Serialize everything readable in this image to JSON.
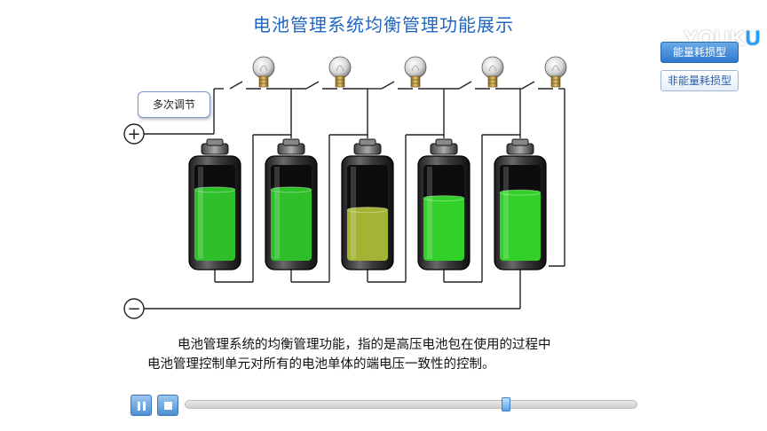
{
  "title": "电池管理系统均衡管理功能展示",
  "watermark": {
    "text_main": "YOUK",
    "text_end": "U"
  },
  "side_menu": {
    "energy_loss": "能量耗损型",
    "non_energy_loss": "非能量耗损型"
  },
  "adjust_button": "多次调节",
  "terminals": {
    "positive": "+",
    "negative": "−"
  },
  "batteries": [
    {
      "level": 0.76,
      "color": "#2fbf2b"
    },
    {
      "level": 0.76,
      "color": "#2fbf2b"
    },
    {
      "level": 0.55,
      "color": "#a4b334"
    },
    {
      "level": 0.67,
      "color": "#34d02a"
    },
    {
      "level": 0.73,
      "color": "#34d02a"
    }
  ],
  "description": {
    "line1": "电池管理系统的均衡管理功能，指的是高压电池包在使用的过程中",
    "line2": "电池管理控制单元对所有的电池单体的端电压一致性的控制。"
  },
  "player": {
    "progress": 0.71
  }
}
